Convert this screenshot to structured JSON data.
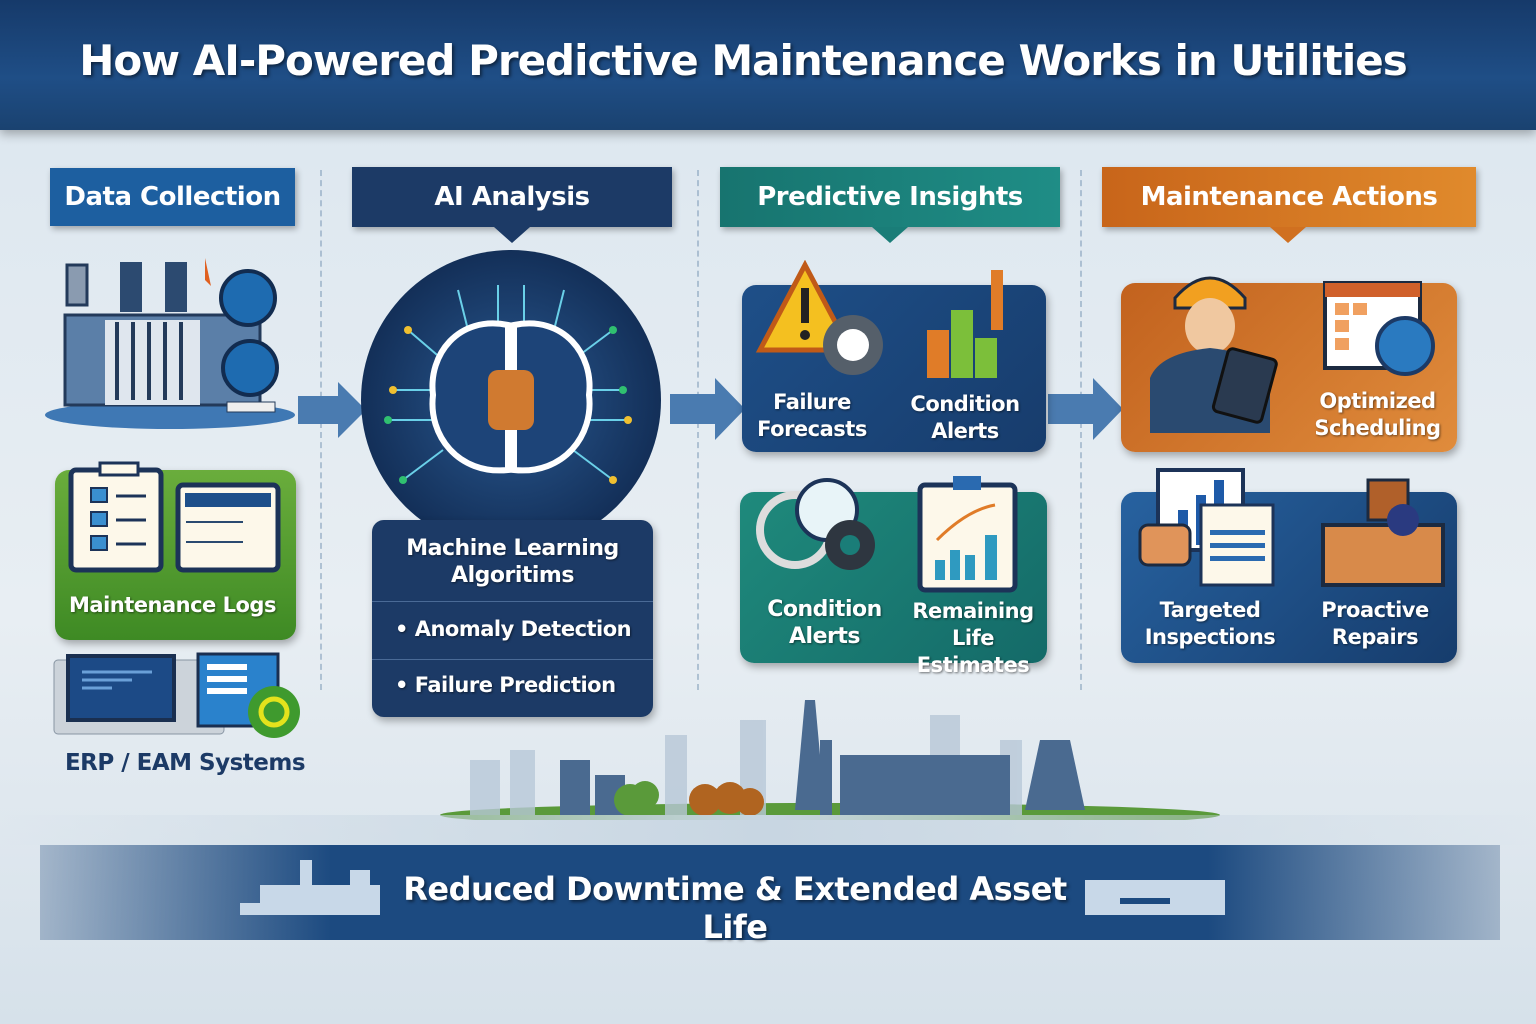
{
  "title": "How AI-Powered Predictive Maintenance Works in Utilities",
  "columns": {
    "data_collection": {
      "label": "Data Collection",
      "color": "#1d5fa0",
      "items": [
        "Maintenance Logs",
        "ERP / EAM Systems"
      ]
    },
    "ai_analysis": {
      "label": "AI Analysis",
      "color": "#1c3a66",
      "box_title": "Machine Learning Algoritims",
      "bullets": [
        "Anomaly Detection",
        "Failure Prediction"
      ]
    },
    "predictive_insights": {
      "label": "Predictive Insights",
      "color": "#1a7d78",
      "items": [
        "Failure Forecasts",
        "Condition Alerts",
        "Condition Alerts",
        "Remaining Life Estimates"
      ]
    },
    "maintenance_actions": {
      "label": "Maintenance Actions",
      "color": "#d6731f",
      "items": [
        "Optimized Scheduling",
        "Targeted Inspections",
        "Proactive Repairs"
      ]
    }
  },
  "footer": {
    "label": "Reduced Downtime & Extended Asset Life"
  }
}
